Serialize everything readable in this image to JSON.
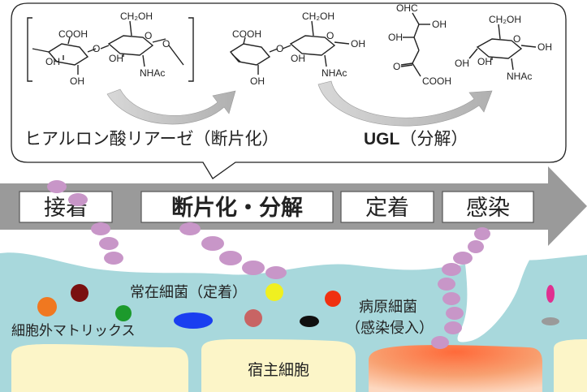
{
  "bubble": {
    "enzyme1_label": "ヒアルロン酸リアーゼ（断片化）",
    "enzyme2_label": "UGL",
    "enzyme2_suffix": "（分解）"
  },
  "chem": {
    "cooh": "COOH",
    "ch2oh": "CH₂OH",
    "oh": "OH",
    "o": "O",
    "nhac": "NHAc",
    "ohc": "OHC"
  },
  "steps": {
    "attach": "接着",
    "fragment": "断片化・分解",
    "colonize": "定着",
    "infect": "感染"
  },
  "scene": {
    "commensal": "常在細菌（定着）",
    "ecm": "細胞外マトリックス",
    "pathogen_line1": "病原細菌",
    "pathogen_line2": "（感染侵入）",
    "host_cell": "宿主細胞"
  },
  "colors": {
    "ecm_fill": "#a8d8dc",
    "host_cell_fill": "#fcf5c8",
    "pathogen_chain": "#c896c8",
    "commensal_text": "#1a1acc",
    "pathogen_text": "#8a2a8a",
    "arrow_fill": "#9a9a9a"
  }
}
